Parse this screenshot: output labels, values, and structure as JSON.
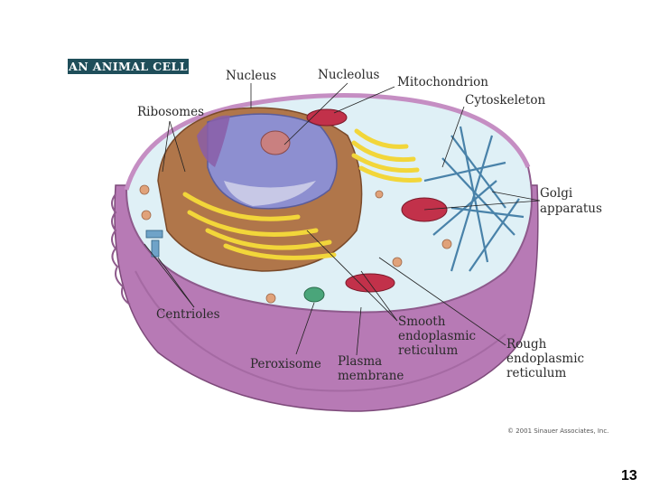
{
  "title": "AN ANIMAL CELL",
  "labels": {
    "nucleus": "Nucleus",
    "nucleolus": "Nucleolus",
    "mitochondrion": "Mitochondrion",
    "cytoskeleton": "Cytoskeleton",
    "ribosomes": "Ribosomes",
    "golgi_line1": "Golgi",
    "golgi_line2": "apparatus",
    "centrioles": "Centrioles",
    "smooth_er_line1": "Smooth",
    "smooth_er_line2": "endoplasmic",
    "smooth_er_line3": "reticulum",
    "rough_er_line1": "Rough",
    "rough_er_line2": "endoplasmic",
    "rough_er_line3": "reticulum",
    "peroxisome": "Peroxisome",
    "plasma_line1": "Plasma",
    "plasma_line2": "membrane"
  },
  "copyright": "© 2001 Sinauer Associates, Inc.",
  "page_number": "13",
  "colors": {
    "title_bg": "#1f4e5a",
    "membrane": "#b77ab5",
    "cytoplasm": "#dff0f6",
    "nucleus": "#8d8fd0",
    "nucleolus": "#c98080",
    "rough_er": "#b0764a",
    "golgi": "#f2d63a",
    "mitochondrion": "#c2314a",
    "cytoskeleton": "#2f6f9c"
  }
}
